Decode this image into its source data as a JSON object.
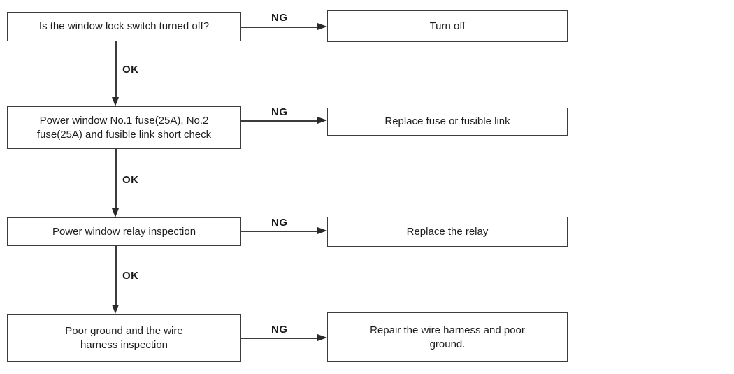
{
  "diagram": {
    "type": "flowchart",
    "colors": {
      "line": "#3c3c3c",
      "text": "#1e1e1e",
      "background": "#ffffff"
    },
    "rows": [
      {
        "check": "Is the window lock switch turned off?",
        "branch_label": "NG",
        "action": "Turn off",
        "next_label": "OK"
      },
      {
        "check": "Power window No.1 fuse(25A), No.2 fuse(25A) and fusible link short check",
        "branch_label": "NG",
        "action": "Replace fuse or fusible link",
        "next_label": "OK"
      },
      {
        "check": "Power window relay inspection",
        "branch_label": "NG",
        "action": "Replace the relay",
        "next_label": "OK"
      },
      {
        "check": "Poor ground and the wire harness inspection",
        "branch_label": "NG",
        "action": "Repair the wire harness and poor ground."
      }
    ]
  }
}
